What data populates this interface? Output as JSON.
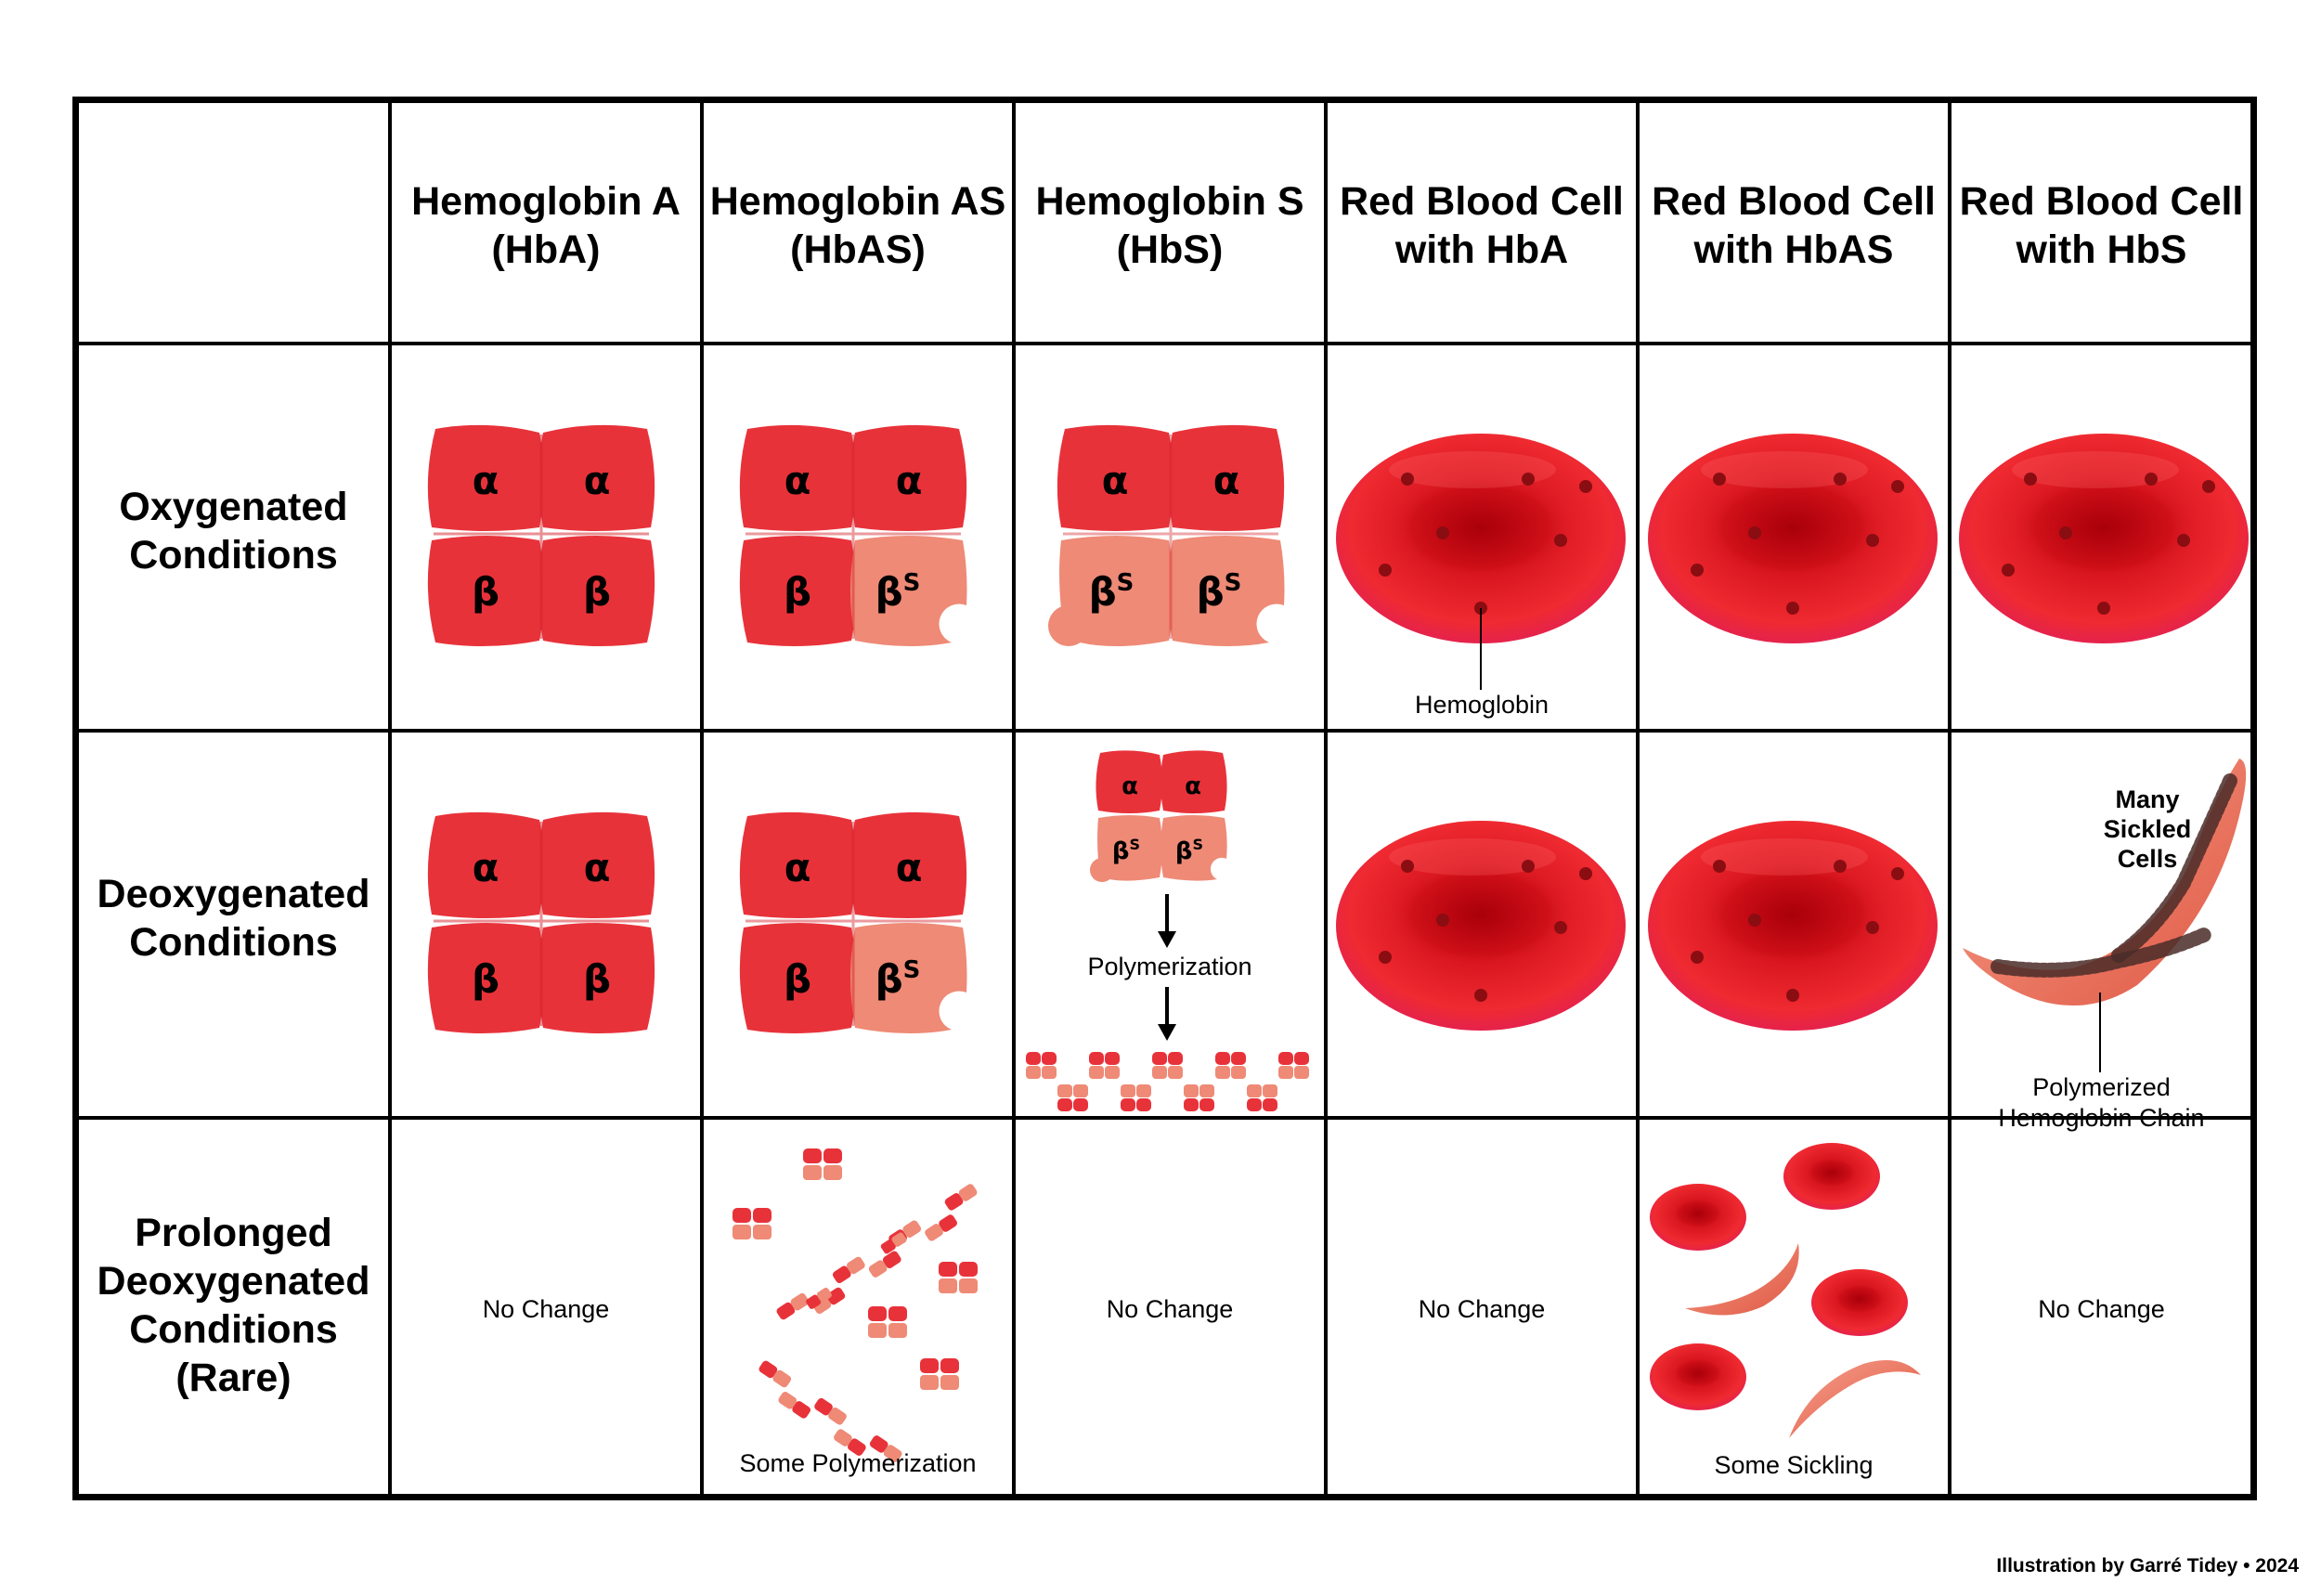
{
  "columns": [
    {
      "line1": "Hemoglobin A",
      "line2": "(HbA)"
    },
    {
      "line1": "Hemoglobin AS",
      "line2": "(HbAS)"
    },
    {
      "line1": "Hemoglobin S",
      "line2": "(HbS)"
    },
    {
      "line1": "Red Blood Cell",
      "line2": "with HbA"
    },
    {
      "line1": "Red Blood Cell",
      "line2": "with HbAS"
    },
    {
      "line1": "Red Blood Cell",
      "line2": "with HbS"
    }
  ],
  "rows": [
    {
      "lines": [
        "Oxygenated",
        "Conditions"
      ]
    },
    {
      "lines": [
        "Deoxygenated",
        "Conditions"
      ]
    },
    {
      "lines": [
        "Prolonged",
        "Deoxygenated",
        "Conditions",
        "(Rare)"
      ]
    }
  ],
  "subunits": {
    "alpha": "α",
    "beta": "β",
    "beta_s": "β",
    "sup": "S"
  },
  "labels": {
    "hemoglobin": "Hemoglobin",
    "polymerization": "Polymerization",
    "many_sickled": [
      "Many",
      "Sickled",
      "Cells"
    ],
    "polymerized_chain": [
      "Polymerized",
      "Hemoglobin Chain"
    ],
    "no_change": "No Change",
    "some_polymerization": "Some Polymerization",
    "some_sickling": "Some Sickling"
  },
  "credit": "Illustration by Garré Tidey • 2024",
  "colors": {
    "alpha_red": "#e8323a",
    "beta_red": "#e8323a",
    "beta_s_salmon": "#ee8a76",
    "cell_red": "#d6121c",
    "dot": "#8a0d12"
  }
}
